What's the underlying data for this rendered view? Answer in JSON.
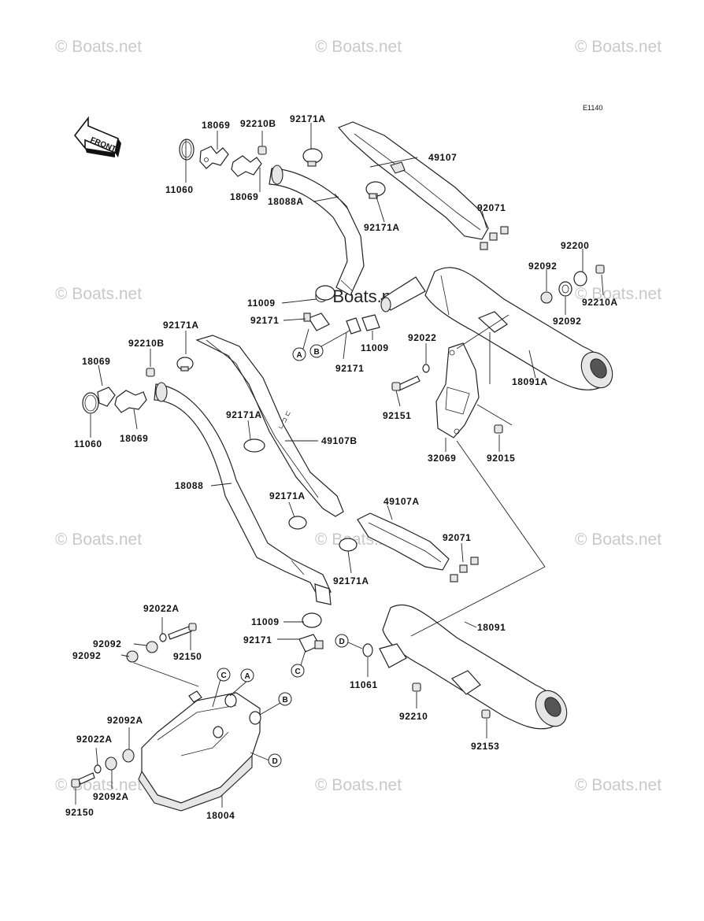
{
  "diagram_code": "E1140",
  "front_label": "FRONT",
  "watermark_text": "© Boats.net",
  "watermark_center_text": "© Boats.net",
  "labels": {
    "p11060_top": "11060",
    "p18069_top_a": "18069",
    "p92210B_top": "92210B",
    "p92171A_top": "92171A",
    "p49107": "49107",
    "p18069_top_b": "18069",
    "p18088A": "18088A",
    "p92171A_mid": "92171A",
    "p92071_top": "92071",
    "p92200": "92200",
    "p92092_r1": "92092",
    "p92210A": "92210A",
    "p92092_r2": "92092",
    "p11009_top_l": "11009",
    "p92171_top_l": "92171",
    "p11009_top_r": "11009",
    "p92171_top_r": "92171",
    "p92022": "92022",
    "p18091A": "18091A",
    "p92151": "92151",
    "p32069": "32069",
    "p92015": "92015",
    "p92171A_left": "92171A",
    "p92210B_left": "92210B",
    "p18069_left_a": "18069",
    "p11060_left": "11060",
    "p18069_left_b": "18069",
    "p92171A_center": "92171A",
    "p49107B": "49107B",
    "p18088": "18088",
    "p92171A_low": "92171A",
    "p49107A": "49107A",
    "p92071_low": "92071",
    "p92171A_bottom": "92171A",
    "p11009_bottom": "11009",
    "p92171_bottom": "92171",
    "p18091": "18091",
    "p11061": "11061",
    "p92210": "92210",
    "p92153": "92153",
    "p92022A_top": "92022A",
    "p92092_bl1": "92092",
    "p92150_top": "92150",
    "p92092_bl2": "92092",
    "p92092A_top": "92092A",
    "p92022A_bottom": "92022A",
    "p92150_bottom": "92150",
    "p92092A_bottom": "92092A",
    "p18004": "18004"
  },
  "callouts": {
    "a_top": "A",
    "b_top": "B",
    "c_mid": "C",
    "d_mid": "D",
    "c_muffler": "C",
    "a_muffler": "A",
    "b_muffler": "B",
    "d_muffler": "D"
  },
  "pipe_markings": "∟ ⊐ ⊏"
}
